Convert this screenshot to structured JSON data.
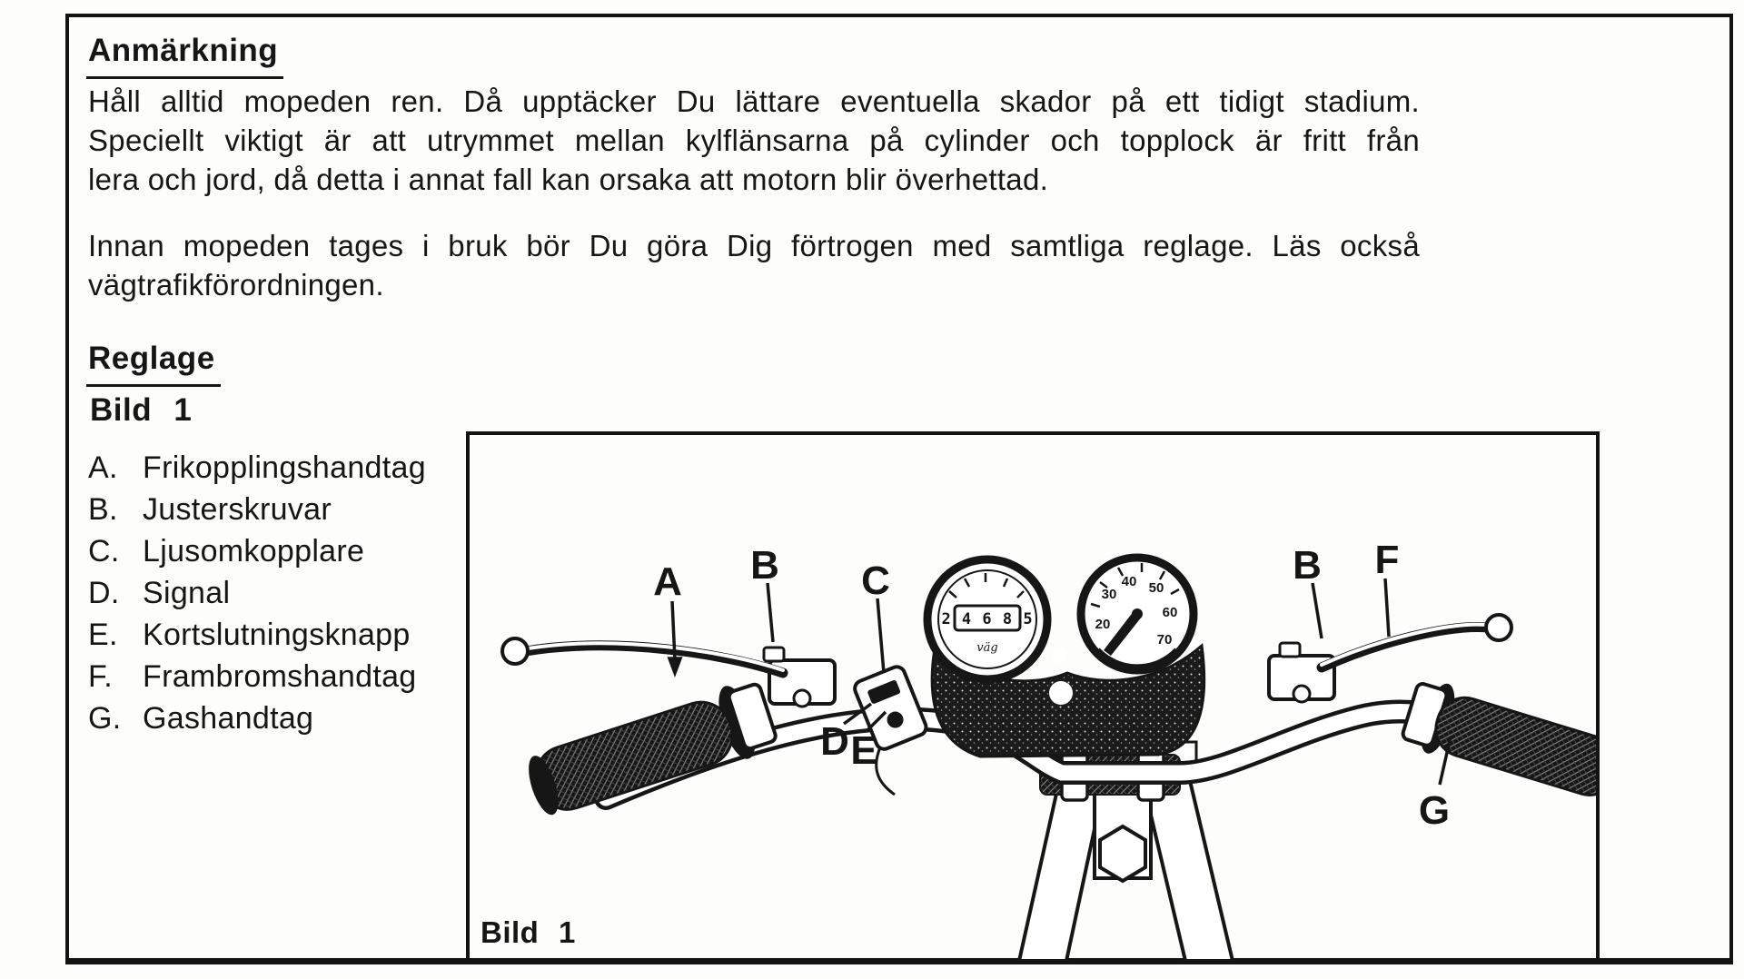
{
  "doc": {
    "note_heading": "Anmärkning",
    "p1": {
      "l1": "Håll alltid mopeden ren. Då upptäcker Du lättare eventuella skador på ett tidigt stadium.",
      "l2": "Speciellt viktigt är att utrymmet mellan kylflänsarna på cylinder och topplock är fritt från",
      "l3": "lera och jord, då detta i annat fall kan orsaka att motorn blir överhettad."
    },
    "p2": {
      "l1": "Innan mopeden tages i bruk bör Du göra Dig förtrogen med samtliga reglage. Läs också",
      "l2": "vägtrafikförordningen."
    },
    "controls_heading": "Reglage",
    "figure_ref": "Bild 1",
    "legend": [
      {
        "key": "A.",
        "label": "Frikopplingshandtag"
      },
      {
        "key": "B.",
        "label": "Justerskruvar"
      },
      {
        "key": "C.",
        "label": "Ljusomkopplare"
      },
      {
        "key": "D.",
        "label": "Signal"
      },
      {
        "key": "E.",
        "label": "Kortslutningsknapp"
      },
      {
        "key": "F.",
        "label": "Frambromshandtag"
      },
      {
        "key": "G.",
        "label": "Gashandtag"
      }
    ]
  },
  "figure": {
    "caption": "Bild 1",
    "callouts": {
      "a": "A",
      "b_left": "B",
      "c": "C",
      "d": "D",
      "e": "E",
      "b_right": "B",
      "f": "F",
      "g": "G"
    },
    "speedometer": {
      "ticks": [
        "20",
        "30",
        "40",
        "50",
        "60",
        "70"
      ]
    },
    "odometer": {
      "digits": "2 4 6 8 5",
      "label": "väg"
    }
  },
  "colors": {
    "ink": "#161616",
    "paper": "#fdfdfc"
  }
}
